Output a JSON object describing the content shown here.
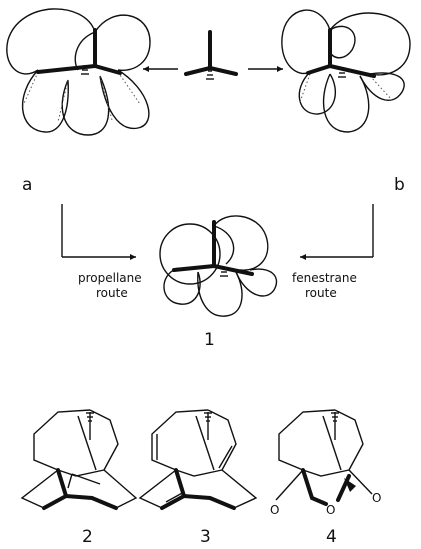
{
  "labels": {
    "a": "a",
    "b": "b",
    "compound_1": "1",
    "compound_2": "2",
    "compound_3": "3",
    "compound_4": "4",
    "propellane_line1": "propellane",
    "propellane_line2": "route",
    "fenestrane_line1": "fenestrane",
    "fenestrane_line2": "route",
    "oxygen": "O"
  }
}
